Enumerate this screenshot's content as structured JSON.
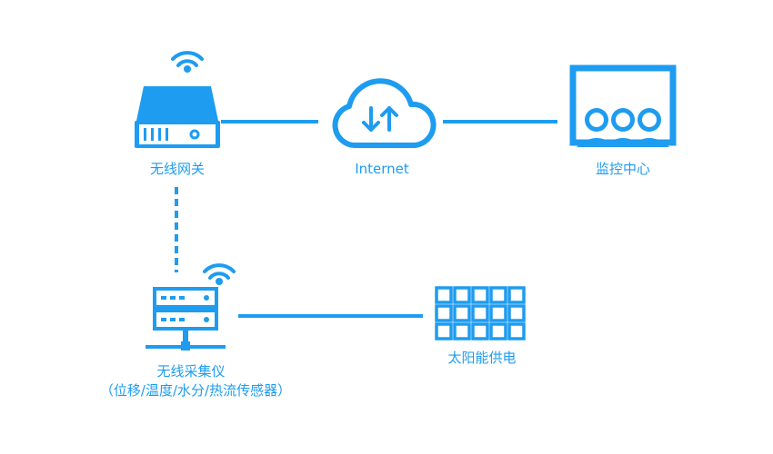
{
  "colors": {
    "primary": "#1e9cf0",
    "background": "#ffffff"
  },
  "nodes": {
    "gateway": {
      "label": "无线网关",
      "icon": "wireless-router-icon"
    },
    "internet": {
      "label": "Internet",
      "icon": "cloud-upload-download-icon"
    },
    "monitor": {
      "label": "监控中心",
      "icon": "monitoring-center-icon"
    },
    "collector": {
      "label": "无线采集仪",
      "sublabel": "（位移/温度/水分/热流传感器）",
      "icon": "wireless-collector-icon"
    },
    "solar": {
      "label": "太阳能供电",
      "icon": "solar-panel-icon"
    }
  },
  "links": [
    {
      "from": "gateway",
      "to": "internet",
      "style": "solid"
    },
    {
      "from": "internet",
      "to": "monitor",
      "style": "solid"
    },
    {
      "from": "gateway",
      "to": "collector",
      "style": "dashed"
    },
    {
      "from": "collector",
      "to": "solar",
      "style": "solid"
    }
  ]
}
